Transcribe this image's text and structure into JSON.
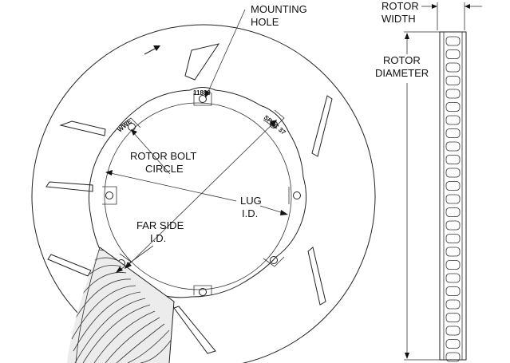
{
  "labels": {
    "mounting_hole_1": "MOUNTING",
    "mounting_hole_2": "HOLE",
    "rotor_width_1": "ROTOR",
    "rotor_width_2": "WIDTH",
    "rotor_diameter_1": "ROTOR",
    "rotor_diameter_2": "DIAMETER",
    "bolt_circle_1": "ROTOR BOLT",
    "bolt_circle_2": "CIRCLE",
    "lug_id_1": "LUG",
    "lug_id_2": "I.D.",
    "far_side_1": "FAR SIDE",
    "far_side_2": "I.D."
  },
  "markings": {
    "part_number": "11889",
    "brand": "WWE",
    "spec": "SPEC 37"
  },
  "colors": {
    "line": "#222222",
    "background": "#ffffff"
  }
}
